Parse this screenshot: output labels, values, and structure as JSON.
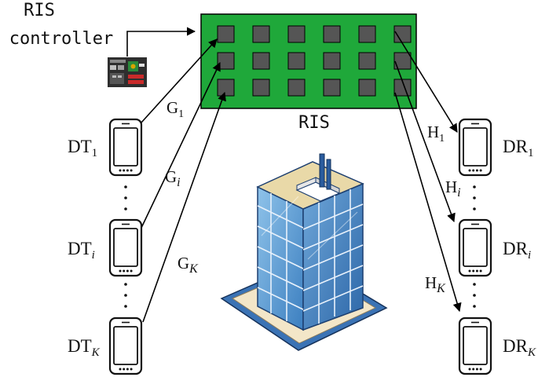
{
  "controller": {
    "label_line1": "RIS",
    "label_line2": "controller",
    "icon": "circuit-board-icon"
  },
  "ris": {
    "label": "RIS",
    "rows": 3,
    "cols": 6,
    "panel_color": "#1fa83a",
    "element_color": "#555555"
  },
  "transmitters": [
    {
      "base": "DT",
      "sub": "1"
    },
    {
      "base": "DT",
      "sub": "i"
    },
    {
      "base": "DT",
      "sub": "K"
    }
  ],
  "receivers": [
    {
      "base": "DR",
      "sub": "1"
    },
    {
      "base": "DR",
      "sub": "i"
    },
    {
      "base": "DR",
      "sub": "K"
    }
  ],
  "uplink_channels": [
    {
      "base": "G",
      "sub": "1"
    },
    {
      "base": "G",
      "sub": "i"
    },
    {
      "base": "G",
      "sub": "K"
    }
  ],
  "downlink_channels": [
    {
      "base": "H",
      "sub": "1"
    },
    {
      "base": "H",
      "sub": "i"
    },
    {
      "base": "H",
      "sub": "K"
    }
  ],
  "building": {
    "icon": "office-building-icon"
  },
  "devices": {
    "icon": "smartphone-icon"
  }
}
